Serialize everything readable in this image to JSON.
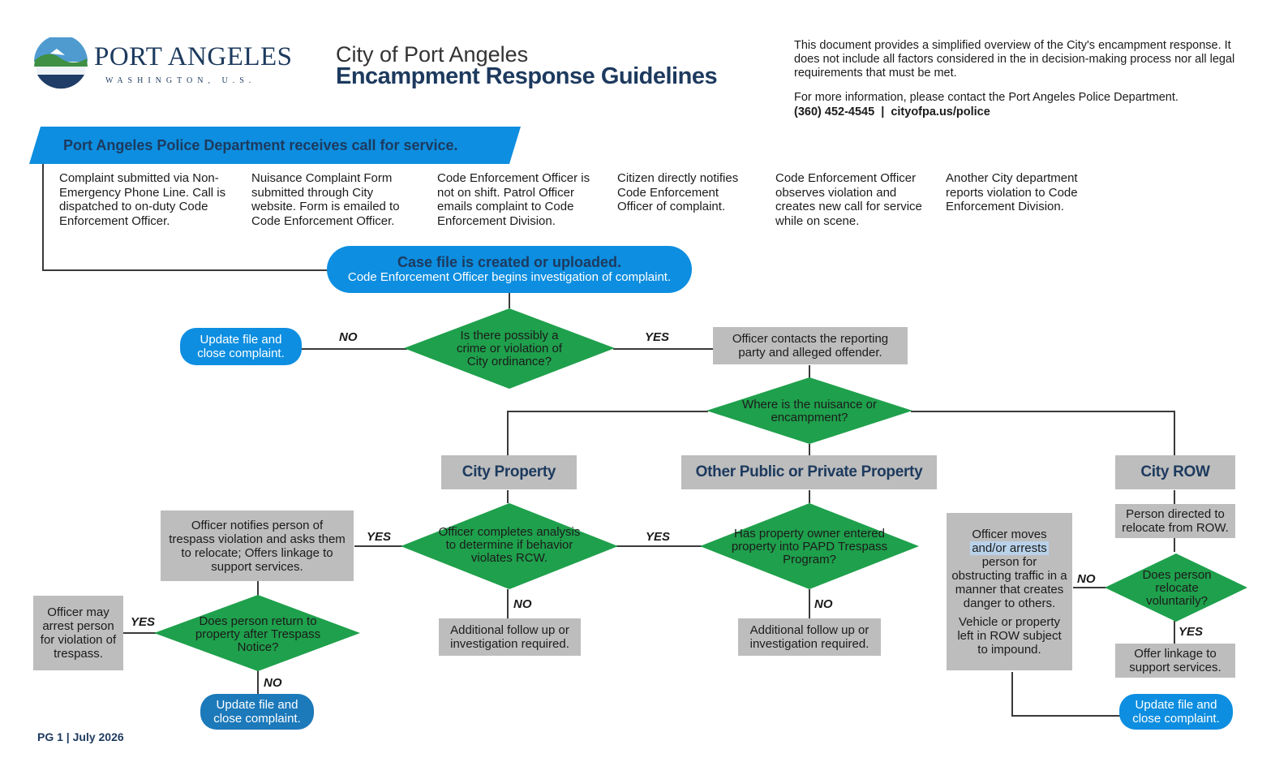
{
  "header": {
    "logo_name": "PORT ANGELES",
    "logo_sub": "WASHINGTON, U.S.",
    "title_line1": "City of Port Angeles",
    "title_line2": "Encampment Response Guidelines",
    "disclaimer": "This document provides a simplified overview of the City's encampment response. It does not include all factors considered in the in decision-making process nor all legal requirements that must be met.",
    "contact_text": "For more information, please contact the Port Angeles Police Department.",
    "contact_details": "(360) 452-4545  |  cityofpa.us/police"
  },
  "banner": "Port Angeles Police Department receives call for service.",
  "sources": [
    "Complaint submitted via Non-Emergency Phone Line. Call is dispatched to on-duty Code Enforcement Officer.",
    "Nuisance Complaint Form submitted through City website. Form is emailed to Code Enforcement Officer.",
    "Code Enforcement Officer is not on shift. Patrol Officer emails complaint to Code Enforcement Division.",
    "Citizen directly notifies Code Enforcement Officer of complaint.",
    "Code Enforcement Officer observes violation and creates new call for service while on scene.",
    "Another City department reports violation to Code Enforcement Division."
  ],
  "case_file": {
    "title": "Case file is created or uploaded.",
    "subtitle": "Code Enforcement Officer begins investigation of complaint."
  },
  "decision_crime": "Is there possibly a crime or violation of City ordinance?",
  "close_left": "Update file and close complaint.",
  "contact_parties": "Officer contacts the reporting party and alleged offender.",
  "decision_where": "Where is the nuisance or encampment?",
  "branches": {
    "city_property": "City Property",
    "other_property": "Other Public or Private Property",
    "city_row": "City ROW"
  },
  "decision_rcw": "Officer completes analysis to determine if behavior violates RCW.",
  "decision_papd": "Has property owner entered property into PAPD Trespass Program?",
  "followup_1": "Additional follow up or investigation required.",
  "followup_2": "Additional follow up or investigation required.",
  "notify_trespass": "Officer notifies person of trespass violation and asks them to relocate; Offers linkage to support services.",
  "decision_return": "Does person return to property after Trespass Notice?",
  "arrest_trespass": "Officer may arrest person for violation of trespass.",
  "close_bottom": "Update file and close complaint.",
  "row_directed": "Person directed to relocate from ROW.",
  "decision_relocate": "Does person relocate voluntarily?",
  "officer_moves": {
    "line1": "Officer moves",
    "highlight": "and/or arrests",
    "line3": "person for obstructing traffic in a manner that creates danger to others.",
    "line4": "Vehicle or property left in ROW subject to impound."
  },
  "offer_linkage": "Offer linkage to support services.",
  "close_right": "Update file and close complaint.",
  "labels": {
    "yes": "YES",
    "no": "NO"
  },
  "footer": "PG 1 | July 2026",
  "colors": {
    "blue": "#0d8ee0",
    "green": "#1fa04c",
    "gray": "#bdbdbd",
    "navy": "#1d3a5e"
  }
}
